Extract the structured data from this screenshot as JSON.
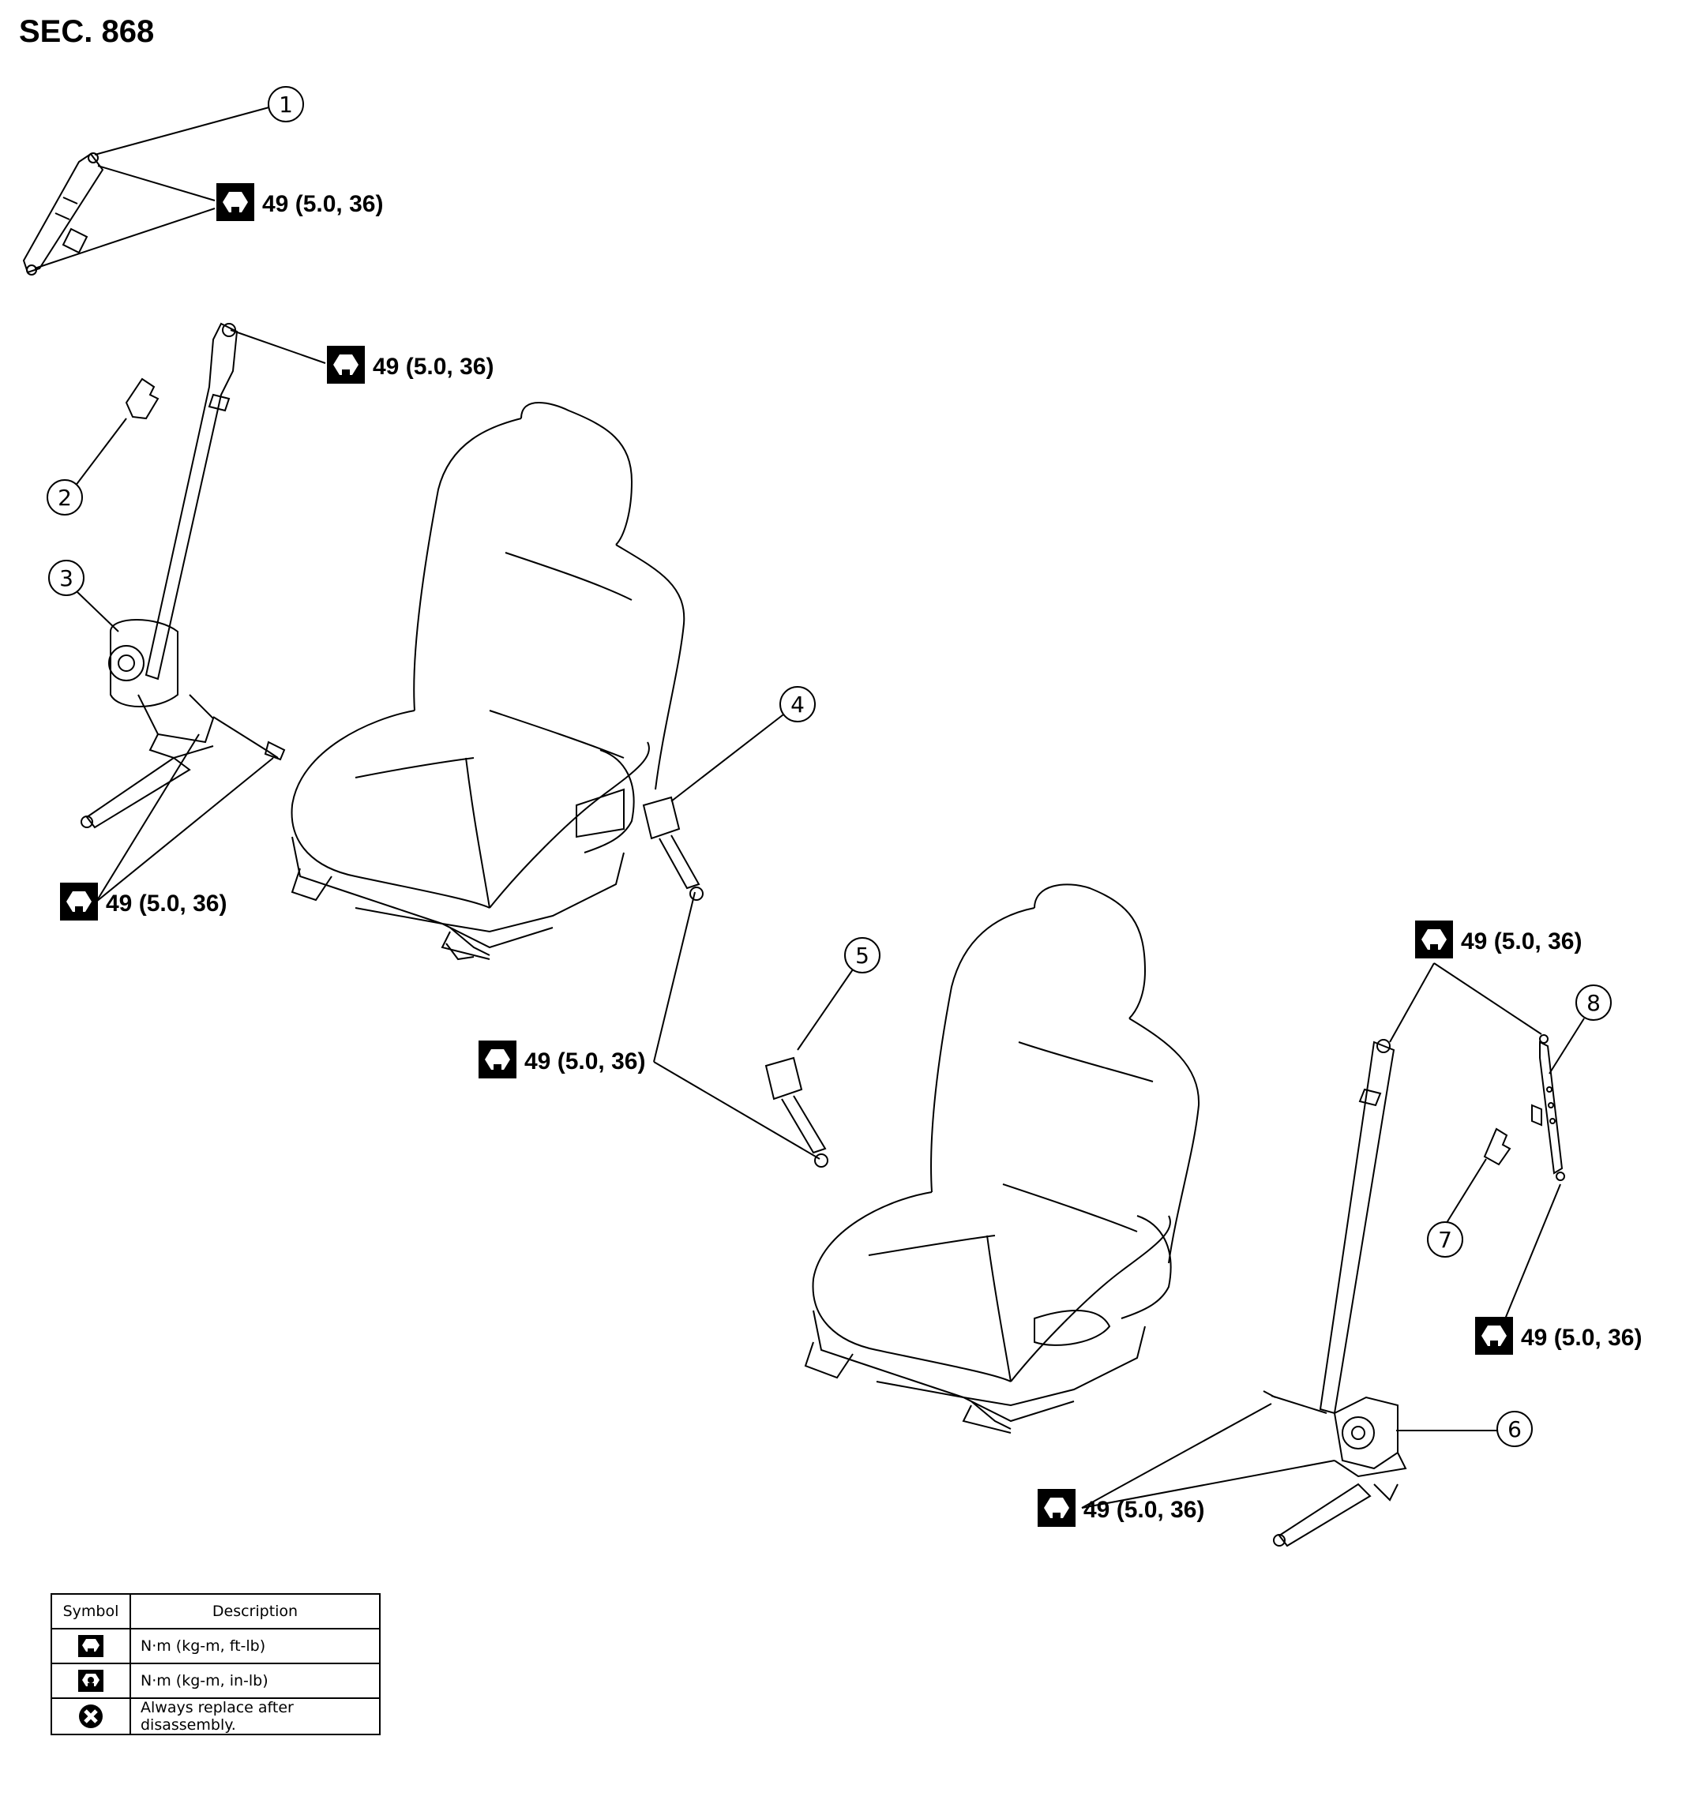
{
  "section_title": "SEC. 868",
  "callouts": [
    "1",
    "2",
    "3",
    "4",
    "5",
    "6",
    "7",
    "8"
  ],
  "torque_spec": "49 (5.0, 36)",
  "legend": {
    "headers": [
      "Symbol",
      "Description"
    ],
    "rows": [
      {
        "icon": "torque-wrench-icon",
        "description": "N·m (kg-m, ft-lb)"
      },
      {
        "icon": "torque-wrench-small-icon",
        "description": "N·m (kg-m, in-lb)"
      },
      {
        "icon": "replace-x-icon",
        "description": "Always replace after disassembly."
      }
    ]
  }
}
